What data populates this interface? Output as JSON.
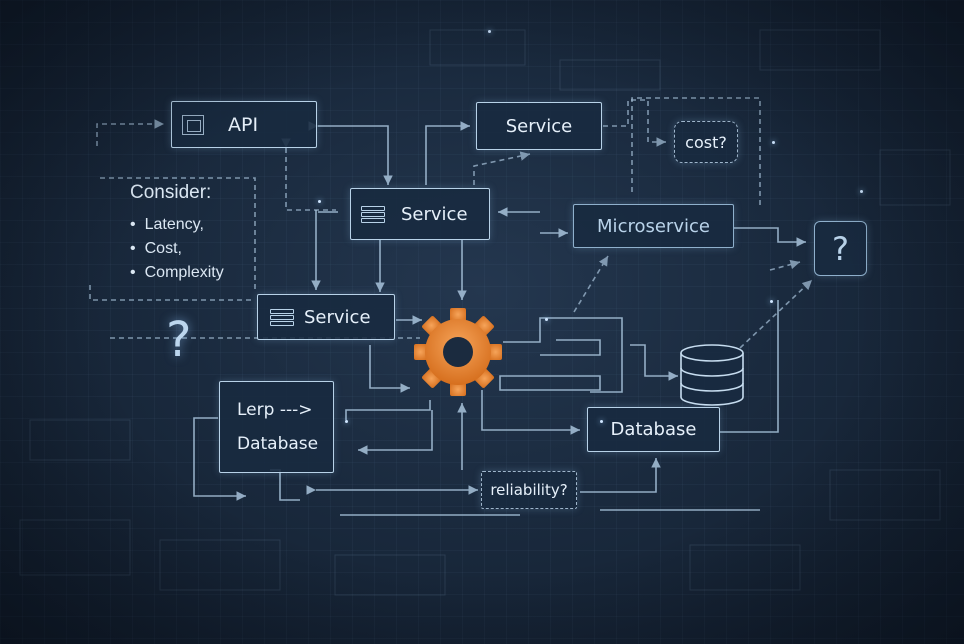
{
  "nodes": {
    "api": "API",
    "service_top": "Service",
    "service_mid": "Service",
    "service_left": "Service",
    "microservice": "Microservice",
    "cost_q": "cost?",
    "qmark_box": "?",
    "lerp": "Lerp --->",
    "database_left": "Database",
    "database_right": "Database",
    "reliability_q": "reliability?"
  },
  "consider": {
    "title": "Consider:",
    "items": [
      "Latency,",
      "Cost,",
      "Complexity"
    ]
  },
  "floating_qmark": "?",
  "colors": {
    "gear": "#e8812e",
    "line": "#a9c4dc",
    "background": "#1a2a3e"
  },
  "icons": [
    "window-icon",
    "server-stack-icon",
    "gear-icon",
    "database-cylinder-icon",
    "question-icon"
  ]
}
